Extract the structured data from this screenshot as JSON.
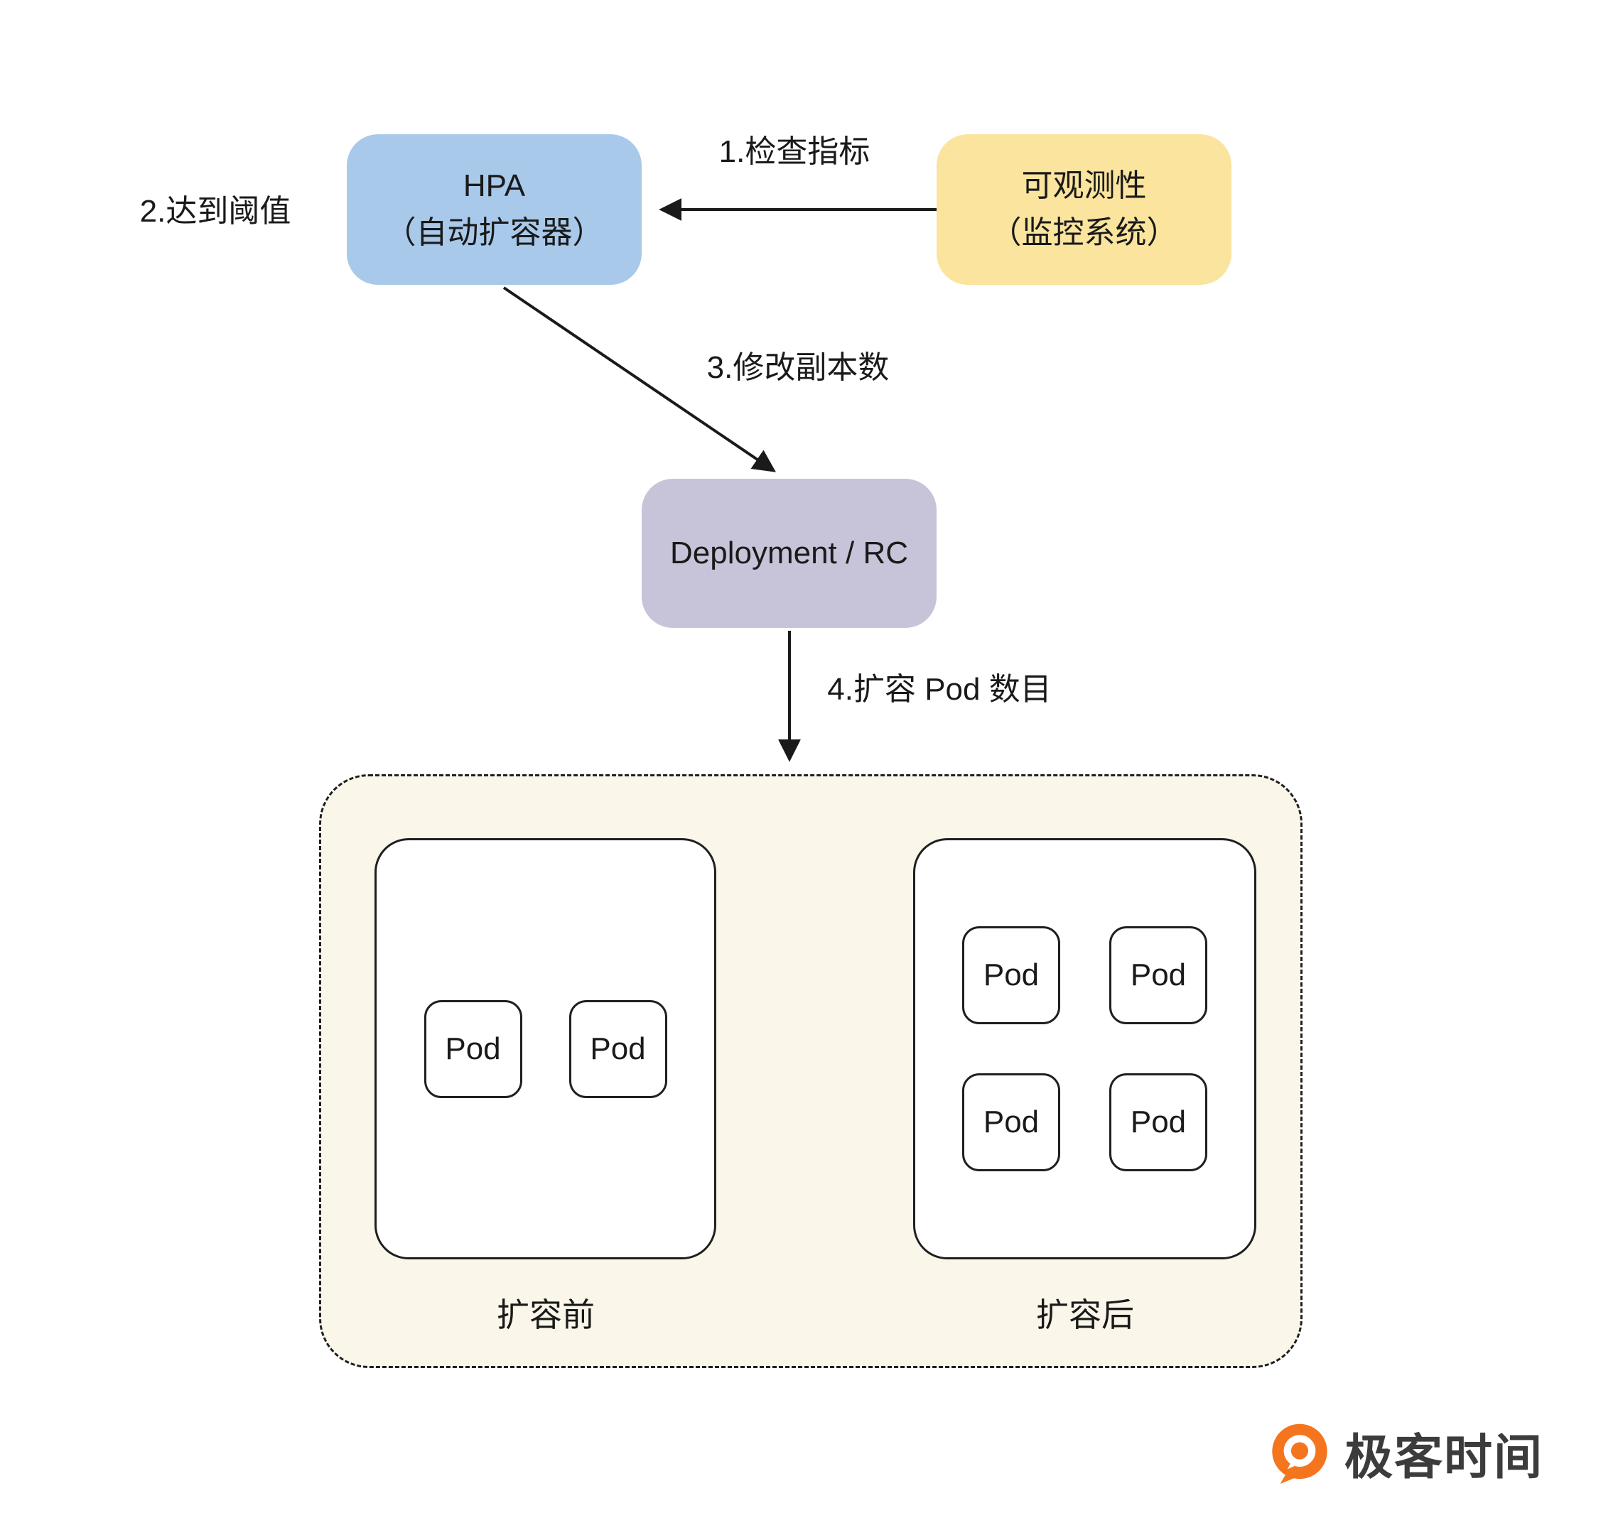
{
  "nodes": {
    "hpa": {
      "line1": "HPA",
      "line2": "（自动扩容器）",
      "fill": "#A9C9EA"
    },
    "observability": {
      "line1": "可观测性",
      "line2": "（监控系统）",
      "fill": "#FAE49E"
    },
    "deployment": {
      "label": "Deployment / RC",
      "fill": "#C7C4D9"
    }
  },
  "annotations": {
    "step1": "1.检查指标",
    "step2": "2.达到阈值",
    "step3": "3.修改副本数",
    "step4": "4.扩容 Pod 数目"
  },
  "cluster": {
    "fill": "#FAF7EA",
    "before": {
      "caption": "扩容前",
      "pods": [
        "Pod",
        "Pod"
      ]
    },
    "after": {
      "caption": "扩容后",
      "pods": [
        "Pod",
        "Pod",
        "Pod",
        "Pod"
      ]
    }
  },
  "branding": {
    "logo_text": "极客时间",
    "logo_color": "#F5751E"
  },
  "colors": {
    "arrow": "#1a1a1a",
    "text": "#1a1a1a",
    "border": "#1f1f1f",
    "background": "#ffffff"
  }
}
